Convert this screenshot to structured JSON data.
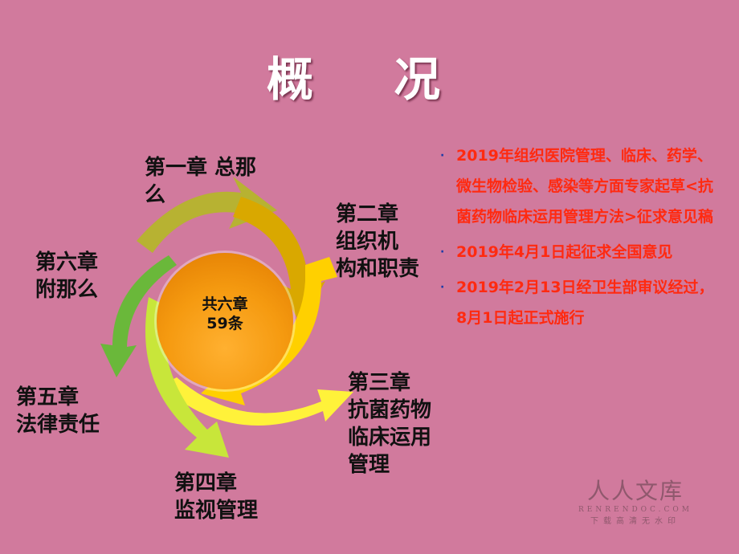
{
  "title": "概  况",
  "center": {
    "line1": "共六章",
    "line2": "59条"
  },
  "chapters": [
    {
      "l1": "第一章  总那",
      "l2": "么",
      "color": "#d9a800"
    },
    {
      "l1": "第二章",
      "l2": "组织机",
      "l3": "构和职责",
      "color": "#ffd000"
    },
    {
      "l1": "第三章",
      "l2": "抗菌药物",
      "l3": "临床运用",
      "l4": "管理",
      "color": "#fff23a"
    },
    {
      "l1": "第四章",
      "l2": "监视管理",
      "color": "#c8e63a"
    },
    {
      "l1": "第五章",
      "l2": "法律责任",
      "color": "#6ab83a"
    },
    {
      "l1": "第六章",
      "l2": "附那么",
      "color": "#b4b432"
    }
  ],
  "bullets": [
    "2019年组织医院管理、临床、药学、微生物检验、感染等方面专家起草<抗菌药物临床运用管理方法>征求意见稿",
    "2019年4月1日起征求全国意见",
    "2019年2月13日经卫生部审议经过， 8月1日起正式施行"
  ],
  "bullet_marker": "·",
  "watermark": {
    "l1": "人人文库",
    "l2": "RENRENDOC.COM",
    "l3": "下载高清无水印"
  }
}
